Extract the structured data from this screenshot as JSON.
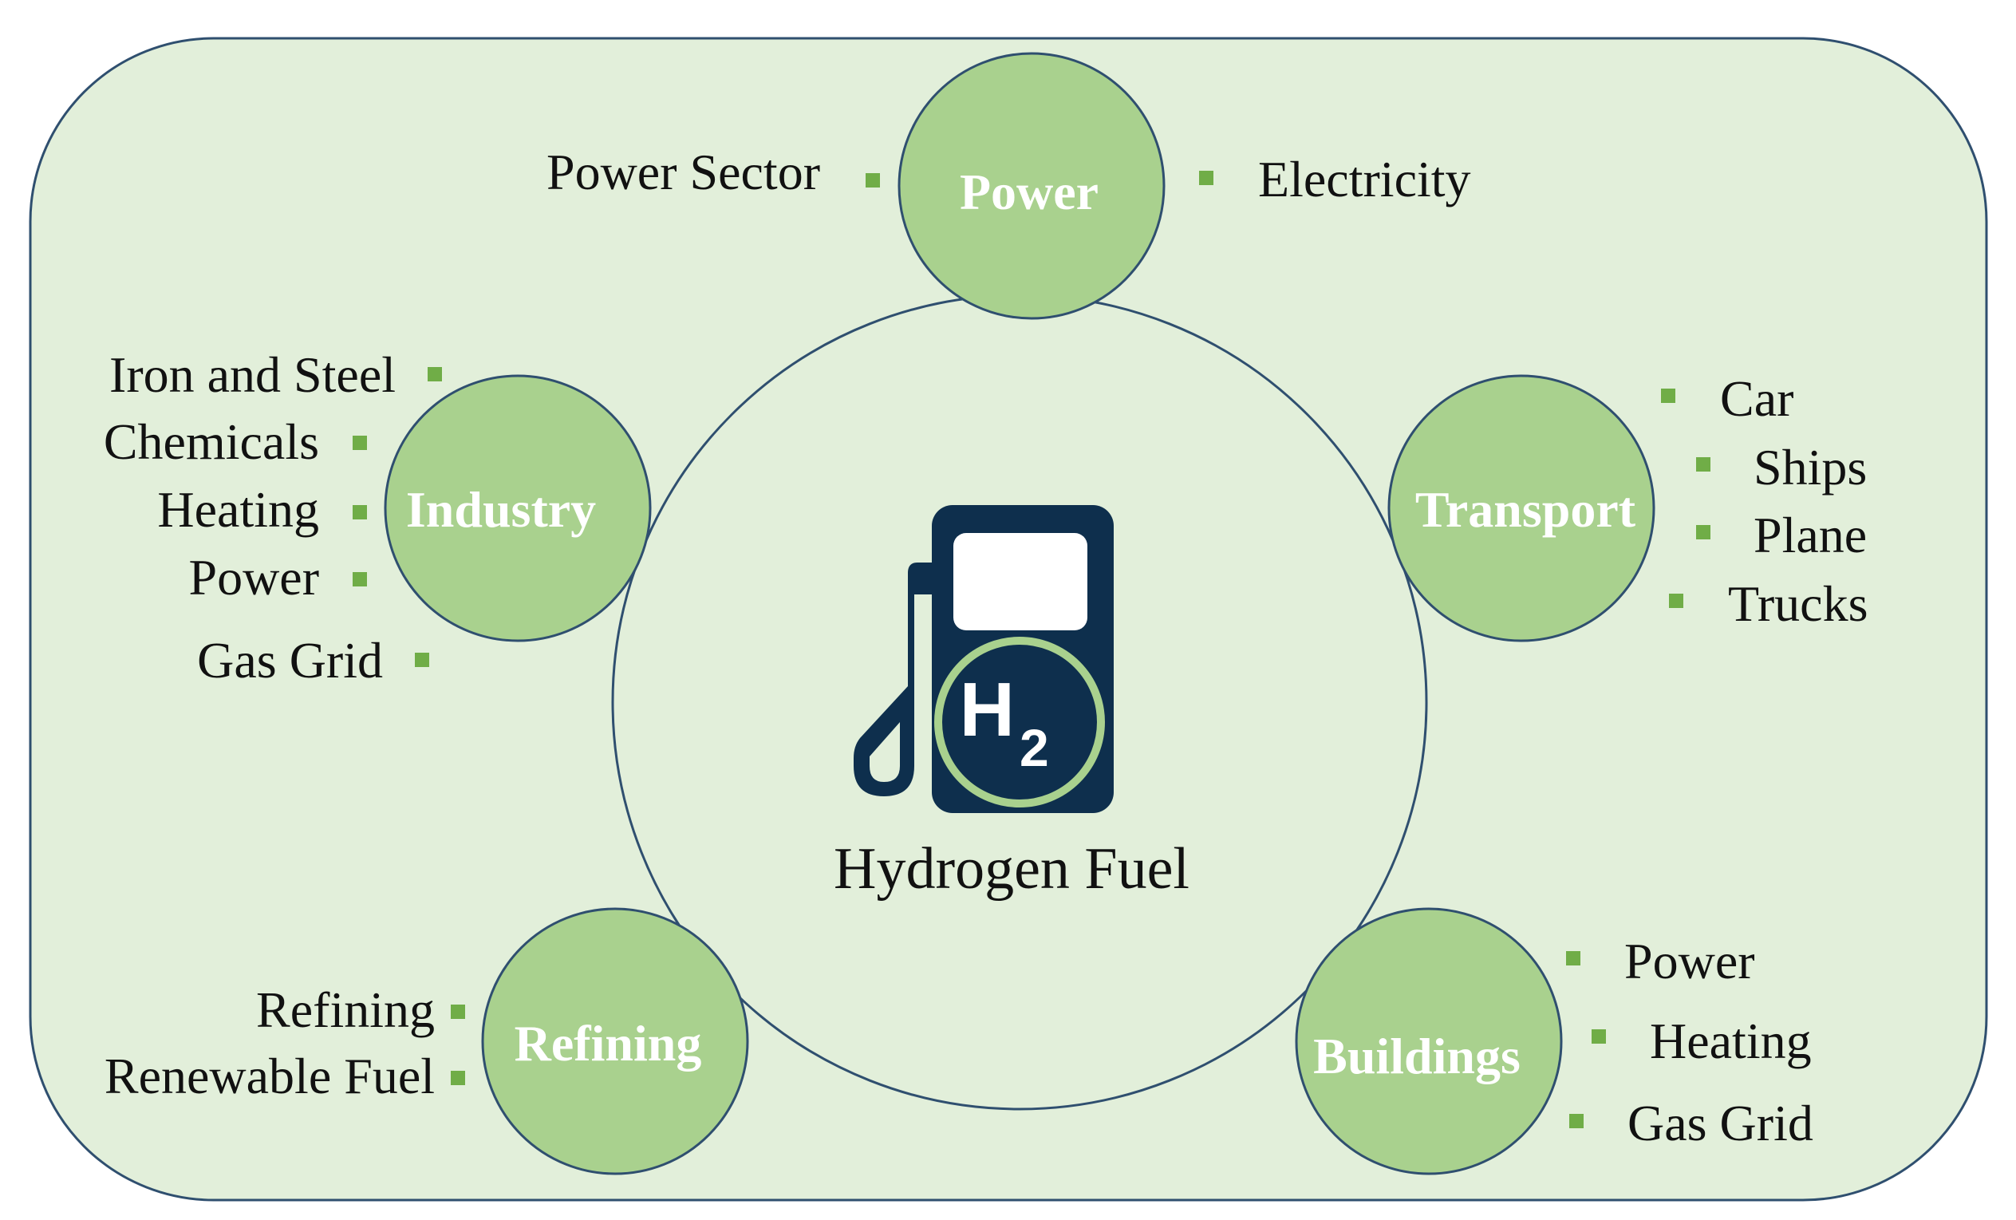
{
  "colors": {
    "background_panel": "#e2efda",
    "panel_border": "#2f4f6f",
    "node_fill": "#a9d18e",
    "node_border": "#2f4f6f",
    "bullet": "#70ad47",
    "pump_body": "#0e2f4d",
    "h2_ring": "#a9d18e",
    "node_text": "#ffffff",
    "label_text": "#111111"
  },
  "center": {
    "title": "Hydrogen Fuel",
    "icon": "hydrogen-fuel-pump-icon",
    "icon_text_main": "H",
    "icon_text_sub": "2"
  },
  "nodes": {
    "power": {
      "title": "Power",
      "items": [
        "Power Sector",
        "Electricity"
      ]
    },
    "industry": {
      "title": "Industry",
      "items": [
        "Iron and Steel",
        "Chemicals",
        "Heating",
        "Power",
        "Gas Grid"
      ]
    },
    "transport": {
      "title": "Transport",
      "items": [
        "Car",
        "Ships",
        "Plane",
        "Trucks"
      ]
    },
    "refining": {
      "title": "Refining",
      "items": [
        "Refining",
        "Renewable Fuel"
      ]
    },
    "buildings": {
      "title": "Buildings",
      "items": [
        "Power",
        "Heating",
        "Gas Grid"
      ]
    }
  }
}
